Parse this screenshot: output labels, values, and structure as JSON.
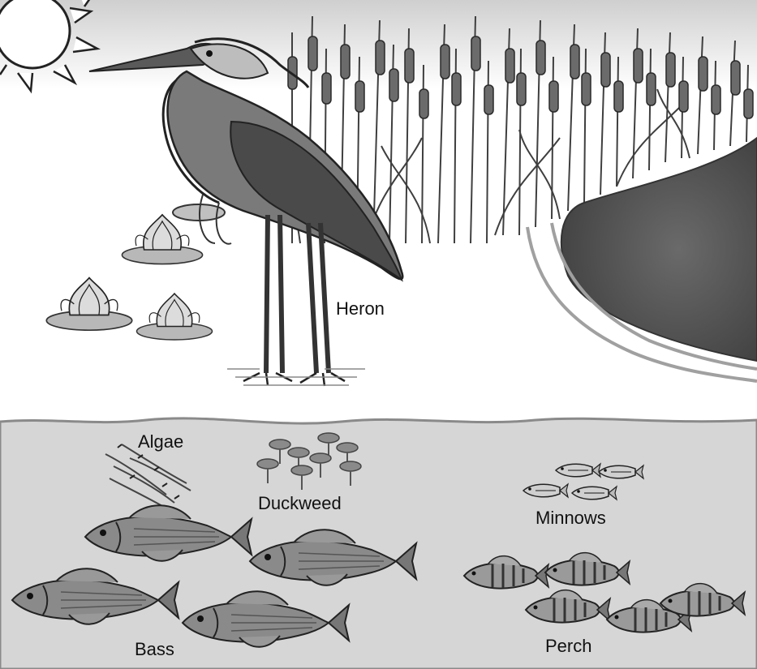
{
  "labels": {
    "heron": "Heron",
    "algae": "Algae",
    "duckweed": "Duckweed",
    "minnows": "Minnows",
    "bass": "Bass",
    "perch": "Perch"
  },
  "colors": {
    "sky": "#d9d9d9",
    "water": "#d3d3d3",
    "pond": "#555555",
    "reeds": "#6e6e6e",
    "heron": "#4a4a4a",
    "fish": "#7a7a7a"
  }
}
